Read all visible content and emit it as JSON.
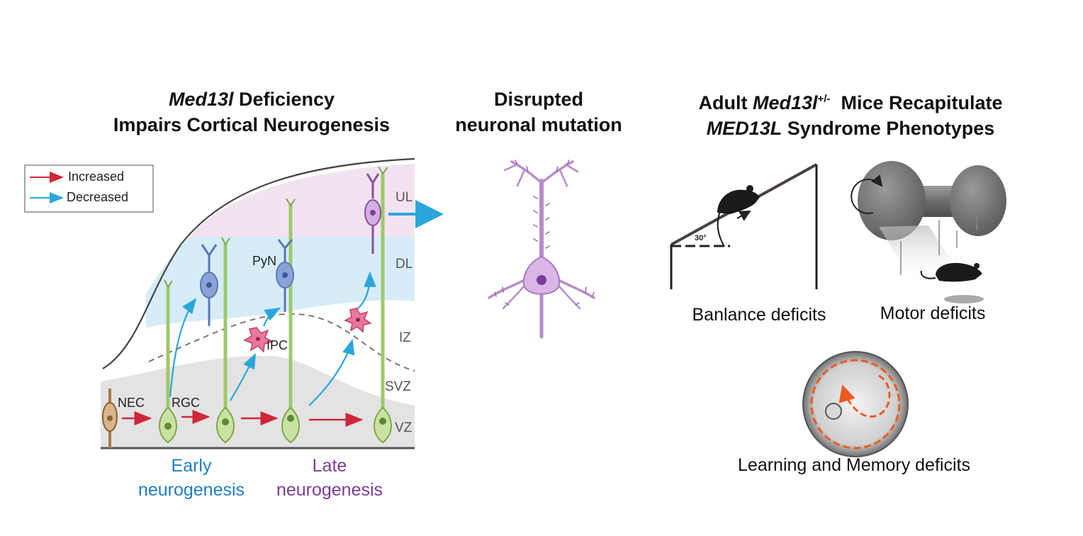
{
  "left": {
    "title_line1_italic": "Med13l",
    "title_line1_rest": " Deficiency",
    "title_line2": "Impairs Cortical Neurogenesis",
    "legend": {
      "increased": "Increased",
      "decreased": "Decreased"
    },
    "zones": {
      "ul": "UL",
      "dl": "DL",
      "iz": "IZ",
      "svz": "SVZ",
      "vz": "VZ"
    },
    "cells": {
      "nec": "NEC",
      "rgc": "RGC",
      "ipc": "IPC",
      "pyn": "PyN"
    },
    "early_line1": "Early",
    "early_line2": "neurogenesis",
    "late_line1": "Late",
    "late_line2": "neurogenesis"
  },
  "middle": {
    "title_line1": "Disrupted",
    "title_line2": "neuronal mutation"
  },
  "right": {
    "title_line1_a": "Adult ",
    "title_line1_italic": "Med13l",
    "title_line1_sup": "+/-",
    "title_line1_b": "Mice Recapitulate",
    "title_line2_italic": "MED13L",
    "title_line2_rest": " Syndrome Phenotypes",
    "angle_label": "30°",
    "balance_caption": "Banlance deficits",
    "motor_caption": "Motor deficits",
    "memory_caption": "Learning and Memory deficits"
  },
  "colors": {
    "increased": "#d0263a",
    "decreased": "#2aa6dc",
    "early": "#1f7fc1",
    "late": "#7b3c96",
    "rgc": "#9ec96a",
    "pyn": "#5b78b8",
    "ipc": "#e04c7c",
    "upper_neuron": "#b07cc4",
    "orange": "#ef5a1e"
  }
}
